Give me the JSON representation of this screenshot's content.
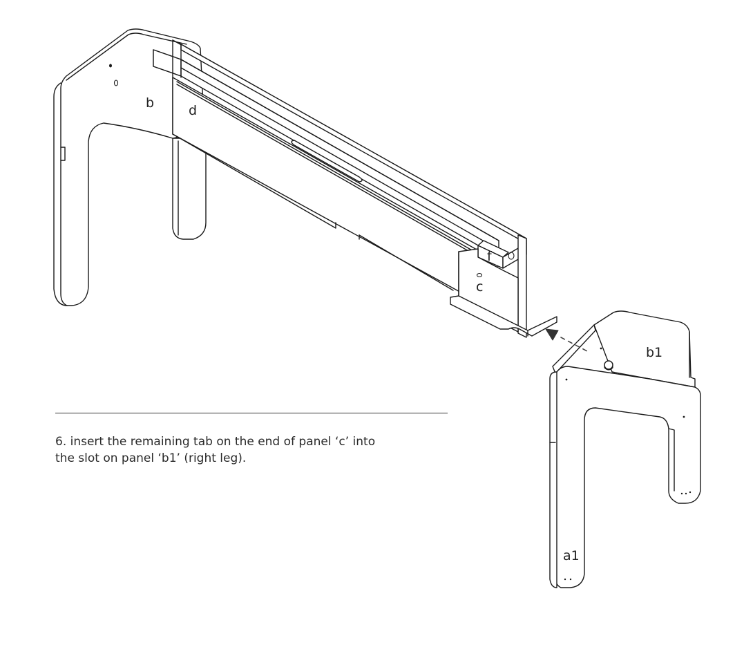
{
  "diagram": {
    "labels": {
      "b": "b",
      "d": "d",
      "f": "f",
      "c": "c",
      "b1": "b1",
      "a1": "a1"
    },
    "line_color": "#1a1a1a",
    "arrow_color": "#444444"
  },
  "instruction": {
    "line1": "6. insert the remaining tab on the end of panel ‘c’ into",
    "line2": "the slot on panel ‘b1’ (right leg)."
  }
}
